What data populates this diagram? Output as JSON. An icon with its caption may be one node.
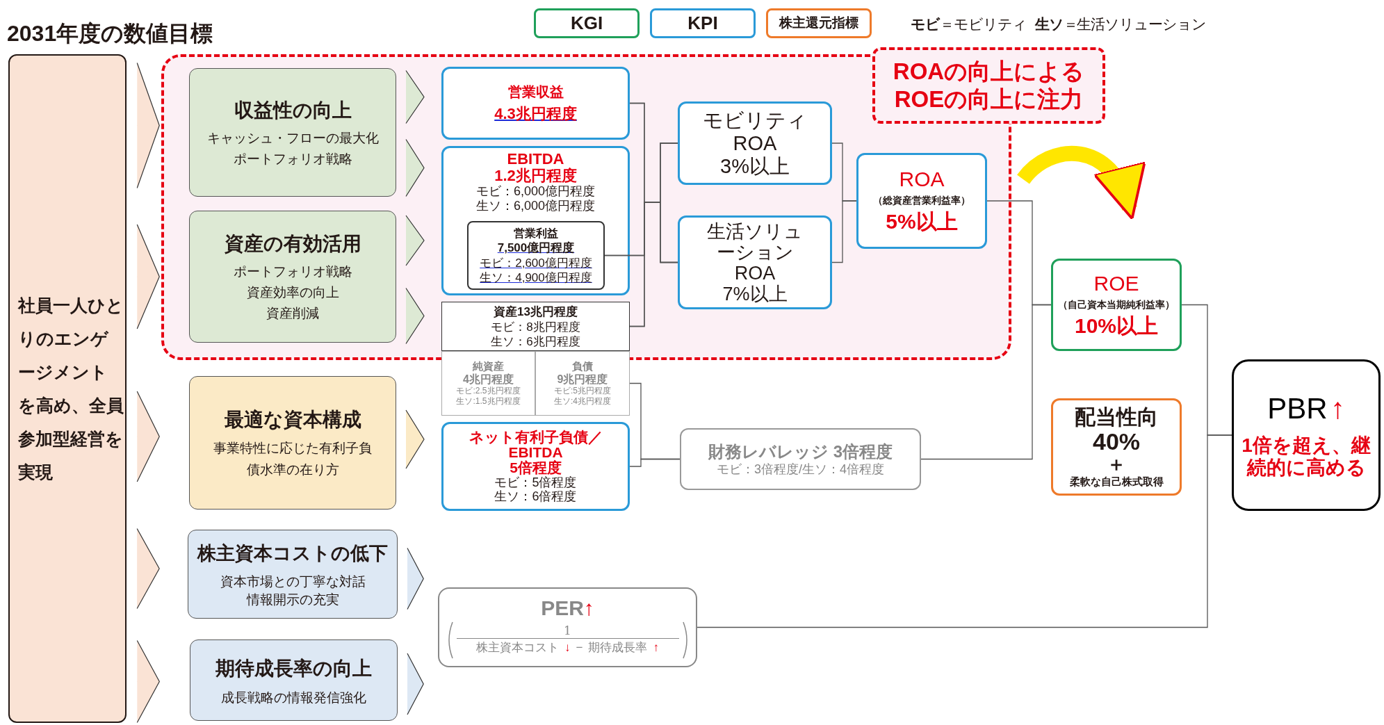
{
  "diagram": {
    "title": "2031年度の数値目標",
    "nodes": [
      {
        "text": [
          "社員一人ひとりのエンゲージメントを高め、全員参加型経営を実現"
        ]
      },
      {
        "text": [],
        "shape": "box"
      },
      {
        "text": [
          "収益性の向上",
          "キャッシュ・フローの最大化",
          "ポートフォリオ戦略"
        ],
        "in": 1
      },
      {
        "text": [
          "資産の有効活用",
          "ポートフォリオ戦略",
          "資産効率の向上",
          "資産削減"
        ],
        "in": 1
      },
      {
        "text": [
          "最適な資本構成",
          "事業特性に応じた有利子負債水準の在り方"
        ]
      },
      {
        "text": [
          "株主資本コストの低下",
          "資本市場との丁寧な対話",
          "情報開示の充実"
        ]
      },
      {
        "text": [
          "期待成長率の向上",
          "成長戦略の情報発信強化"
        ]
      },
      {
        "text": [
          "営業収益",
          "4.3兆円程度"
        ],
        "in": 1
      },
      {
        "text": [
          "EBITDA",
          "1.2兆円程度",
          "モビ：6,000億円程度",
          "生ソ：6,000億円程度"
        ],
        "in": 1
      },
      {
        "text": [
          "営業利益",
          "7,500億円程度",
          "モビ：2,600億円程度",
          "生ソ：4,900億円程度"
        ],
        "in": 8
      },
      {
        "text": [
          "資産13兆円程度",
          "モビ：8兆円程度",
          "生ソ：6兆円程度"
        ],
        "in": 1
      },
      {
        "text": [
          "純資産",
          "4兆円程度",
          "モビ:2.5兆円程度",
          "生ソ:1.5兆円程度"
        ]
      },
      {
        "text": [
          "負債",
          "9兆円程度",
          "モビ:5兆円程度",
          "生ソ:4兆円程度"
        ]
      },
      {
        "text": [
          "ネット有利子負債／EBITDA",
          "5倍程度",
          "モビ：5倍程度",
          "生ソ：6倍程度"
        ]
      },
      {
        "text": [
          "モビリティ",
          "ROA",
          "3%以上"
        ],
        "in": 1
      },
      {
        "text": [
          "生活ソリューション",
          "ROA",
          "7%以上"
        ],
        "in": 1
      },
      {
        "text": [
          "ROA",
          "（総資産営業利益率）",
          "5%以上"
        ],
        "in": 1
      },
      {
        "text": [
          "ROAの向上によるROEの向上に注力"
        ]
      },
      {
        "text": [
          "財務レバレッジ 3倍程度",
          "モビ：3倍程度/生ソ：4倍程度"
        ]
      },
      {
        "text": [
          "ROE",
          "（自己資本当期純利益率）",
          "10%以上"
        ]
      },
      {
        "text": [
          "配当性向",
          "40%",
          "＋",
          "柔軟な自己株式取得"
        ]
      },
      {
        "text": [
          "PER",
          "↑",
          "1",
          "株主資本コスト",
          "↓",
          "−",
          "期待成長率",
          "↑"
        ]
      },
      {
        "text": [
          "PBR",
          "↑",
          "1倍を超え、継続的に高める"
        ]
      }
    ],
    "edges": [
      {
        "from": 0,
        "to": 2,
        "arrow": "to",
        "color": "#fae3d5"
      },
      {
        "from": 0,
        "to": 3,
        "arrow": "to",
        "color": "#fae3d5"
      },
      {
        "from": 0,
        "to": 4,
        "arrow": "to",
        "color": "#fae3d5"
      },
      {
        "from": 0,
        "to": 5,
        "arrow": "to",
        "color": "#fae3d5"
      },
      {
        "from": 0,
        "to": 6,
        "arrow": "to",
        "color": "#fae3d5"
      },
      {
        "from": 2,
        "to": 7,
        "arrow": "to",
        "color": "#dde9d4"
      },
      {
        "from": 2,
        "to": 8,
        "arrow": "to",
        "color": "#dde9d4"
      },
      {
        "from": 3,
        "to": 8,
        "arrow": "to",
        "color": "#dde9d4"
      },
      {
        "from": 3,
        "to": 10,
        "arrow": "to",
        "color": "#dde9d4"
      },
      {
        "from": 4,
        "to": 13,
        "arrow": "to",
        "color": "#fbeac6"
      },
      {
        "from": 5,
        "to": 21,
        "arrow": "to",
        "color": "#dde8f4"
      },
      {
        "from": 6,
        "to": 21,
        "arrow": "to",
        "color": "#dde8f4"
      },
      {
        "from": 7,
        "to": 14,
        "arrow": "none"
      },
      {
        "from": 7,
        "to": 15,
        "arrow": "none"
      },
      {
        "from": 9,
        "to": 14,
        "arrow": "none"
      },
      {
        "from": 9,
        "to": 15,
        "arrow": "none"
      },
      {
        "from": 10,
        "to": 14,
        "arrow": "none"
      },
      {
        "from": 10,
        "to": 15,
        "arrow": "none"
      },
      {
        "from": 14,
        "to": 16,
        "arrow": "none"
      },
      {
        "from": 15,
        "to": 16,
        "arrow": "none"
      },
      {
        "from": 16,
        "to": 19,
        "arrow": "none"
      },
      {
        "from": 18,
        "to": 19,
        "arrow": "none"
      },
      {
        "from": 12,
        "to": 18,
        "arrow": "none"
      },
      {
        "from": 13,
        "to": 18,
        "arrow": "none"
      },
      {
        "from": 19,
        "to": 22,
        "arrow": "none"
      },
      {
        "from": 21,
        "to": 22,
        "arrow": "none"
      },
      {
        "from": 16,
        "to": 19,
        "arrow": "to",
        "style": "thick",
        "color": "#ffe600"
      }
    ],
    "labels": [
      "**モビ**＝モビリティ",
      "**生ソ**＝生活ソリューション"
    ],
    "legend": [
      {
        "text": "KGI",
        "color": "#1fa05a"
      },
      {
        "text": "KPI",
        "color": "#2a9ad8"
      },
      {
        "text": "株主還元指標",
        "color": "#ee7a2a"
      }
    ]
  }
}
